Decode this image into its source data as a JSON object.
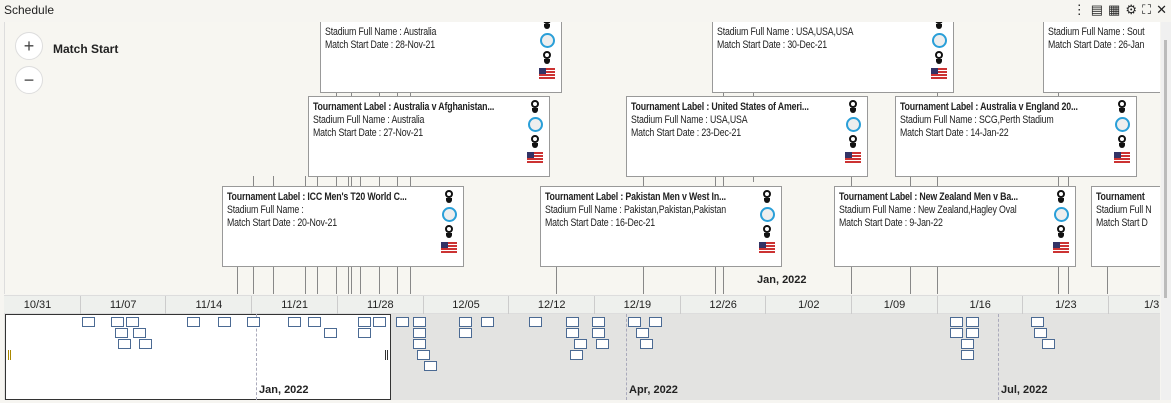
{
  "window": {
    "title": "Schedule",
    "tools": [
      {
        "icon": "more-vert-icon",
        "glyph": "⋮"
      },
      {
        "icon": "layout-icon",
        "glyph": "▤"
      },
      {
        "icon": "grid-icon",
        "glyph": "▦"
      },
      {
        "icon": "gear-icon",
        "glyph": "⚙"
      },
      {
        "icon": "fullscreen-icon",
        "glyph": "⛶"
      },
      {
        "icon": "close-icon",
        "glyph": "✕"
      }
    ]
  },
  "zoom": {
    "in": "+",
    "out": "−"
  },
  "series_label": "Match Start",
  "cards": [
    {
      "title": "",
      "stadium": "Stadium Full Name : Australia",
      "date": "Match Start Date : 28-Nov-21"
    },
    {
      "title": "",
      "stadium": "Stadium Full Name : USA,USA,USA",
      "date": "Match Start Date : 30-Dec-21"
    },
    {
      "title": "",
      "stadium": "Stadium Full Name : Sout",
      "date": "Match Start Date : 26-Jan"
    },
    {
      "title": "Tournament Label : Australia v Afghanistan...",
      "stadium": "Stadium Full Name : Australia",
      "date": "Match Start Date : 27-Nov-21"
    },
    {
      "title": "Tournament Label : United States of Ameri...",
      "stadium": "Stadium Full Name : USA,USA",
      "date": "Match Start Date : 23-Dec-21"
    },
    {
      "title": "Tournament Label : Australia v England 20...",
      "stadium": "Stadium Full Name : SCG,Perth Stadium",
      "date": "Match Start Date : 14-Jan-22"
    },
    {
      "title": "Tournament Label : ICC Men's T20 World C...",
      "stadium": "Stadium Full Name :",
      "date": "Match Start Date : 20-Nov-21"
    },
    {
      "title": "Tournament Label : Pakistan Men v West In...",
      "stadium": "Stadium Full Name : Pakistan,Pakistan,Pakistan",
      "date": "Match Start Date : 16-Dec-21"
    },
    {
      "title": "Tournament Label : New Zealand Men v Ba...",
      "stadium": "Stadium Full Name : New Zealand,Hagley Oval",
      "date": "Match Start Date : 9-Jan-22"
    },
    {
      "title": "Tournament",
      "stadium": "Stadium Full N",
      "date": "Match Start D"
    }
  ],
  "main_month_label": "Jan, 2022",
  "axis_ticks": [
    "10/31",
    "11/07",
    "11/14",
    "11/21",
    "11/28",
    "12/05",
    "12/12",
    "12/19",
    "12/26",
    "1/02",
    "1/09",
    "1/16",
    "1/23",
    "1/3"
  ],
  "overview_labels": [
    "Jan, 2022",
    "Apr, 2022",
    "Jul, 2022"
  ],
  "colors": {
    "accent": "#2a9fd8",
    "marker_border": "#4b6a93"
  }
}
